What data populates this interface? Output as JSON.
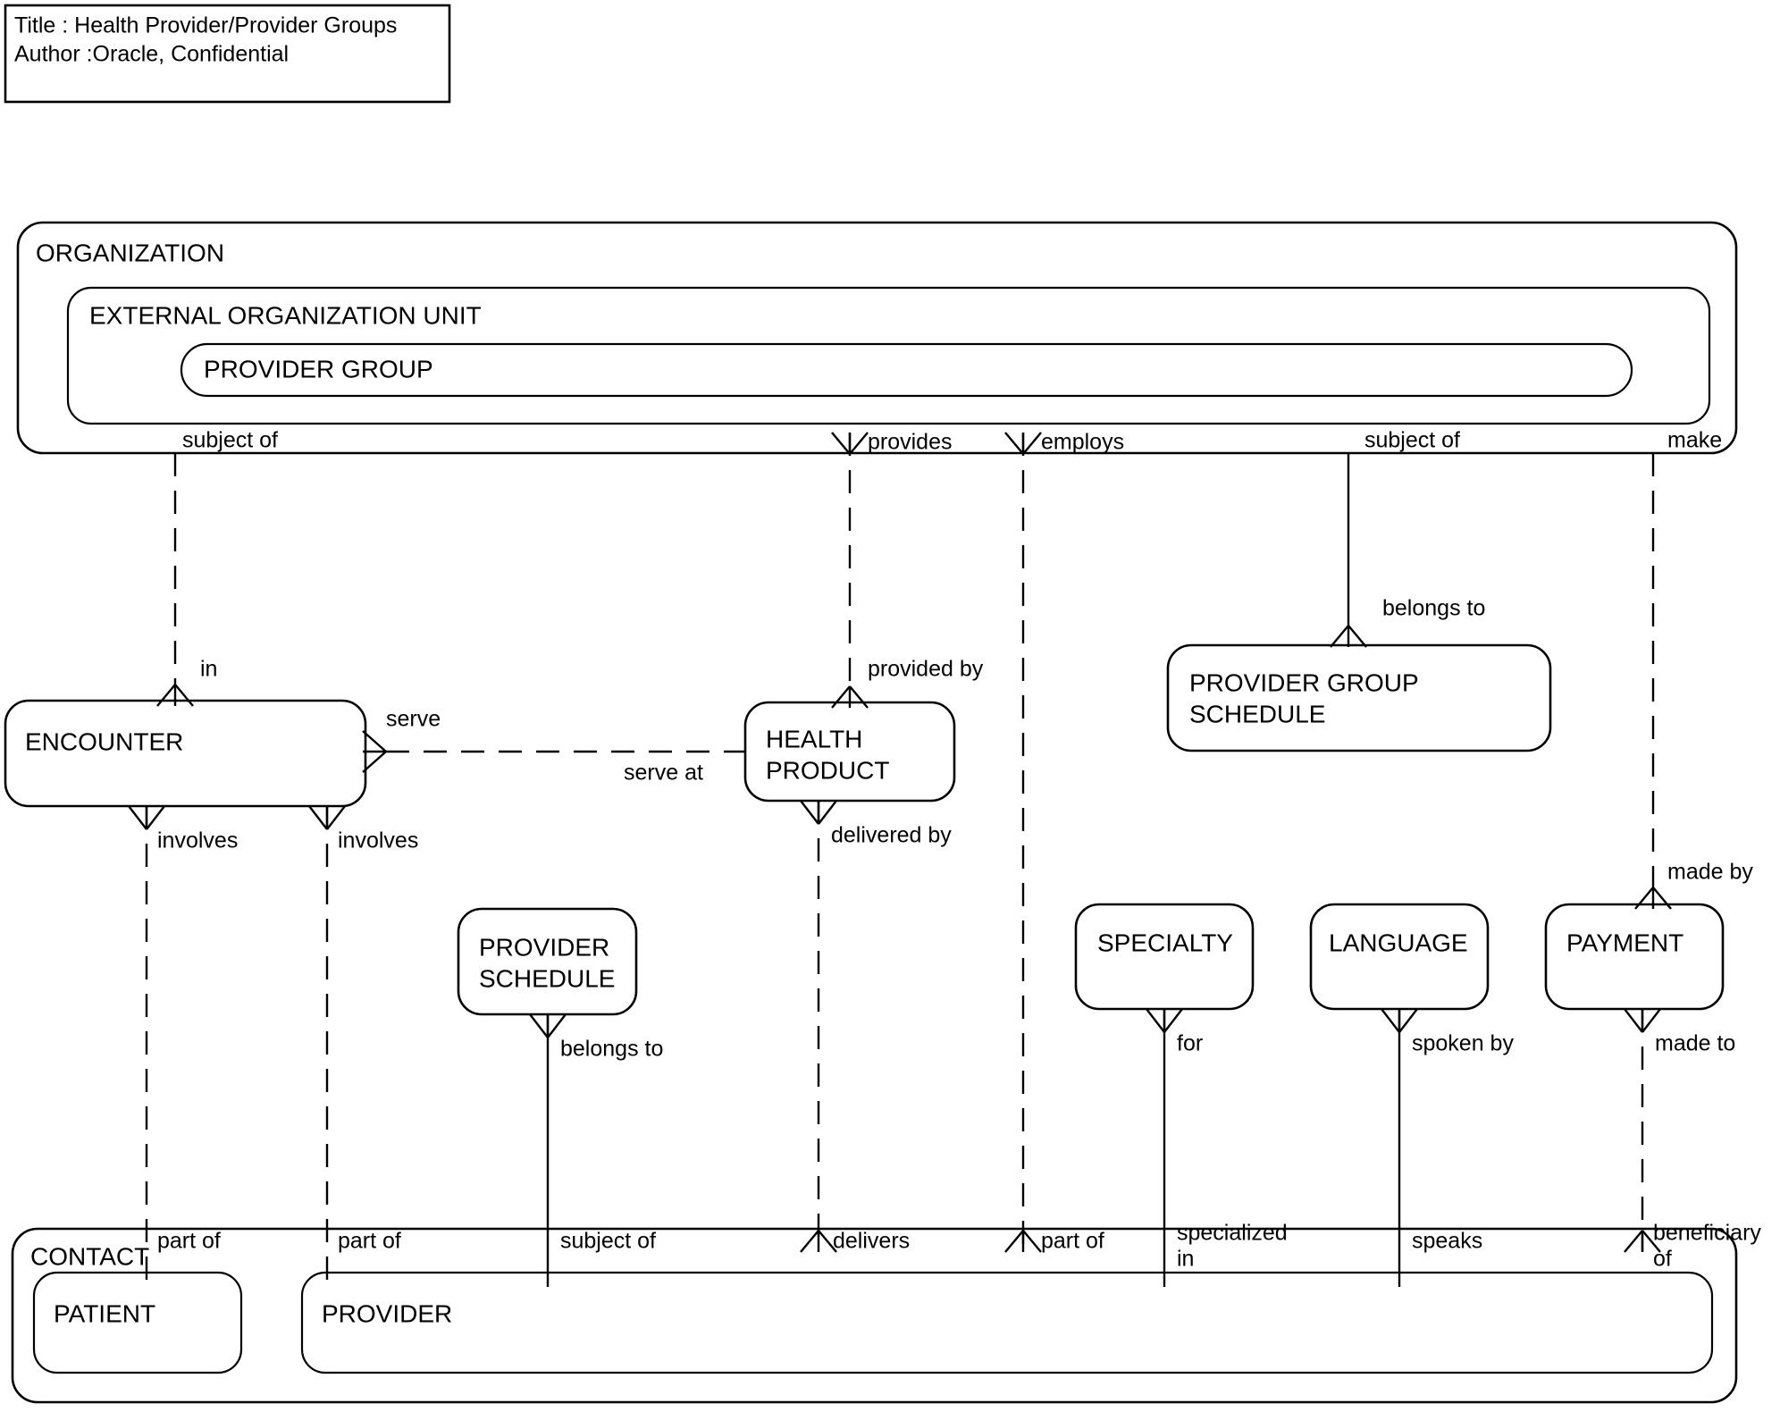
{
  "meta": {
    "title_line": "Title : Health Provider/Provider Groups",
    "author_line": "Author :Oracle, Confidential"
  },
  "entities": {
    "organization": "ORGANIZATION",
    "external_organization_unit": "EXTERNAL ORGANIZATION UNIT",
    "provider_group": "PROVIDER GROUP",
    "encounter": "ENCOUNTER",
    "health_product_line1": "HEALTH",
    "health_product_line2": "PRODUCT",
    "provider_group_schedule_line1": "PROVIDER GROUP",
    "provider_group_schedule_line2": "SCHEDULE",
    "provider_schedule_line1": "PROVIDER",
    "provider_schedule_line2": "SCHEDULE",
    "specialty": "SPECIALTY",
    "language": "LANGUAGE",
    "payment": "PAYMENT",
    "contact": "CONTACT",
    "patient": "PATIENT",
    "provider": "PROVIDER"
  },
  "relationship_labels": {
    "org_subject_of_1": "subject of",
    "org_provides": "provides",
    "org_employs": "employs",
    "org_subject_of_2": "subject of",
    "org_make": "make",
    "encounter_in": "in",
    "encounter_serve": "serve",
    "encounter_involves_1": "involves",
    "encounter_involves_2": "involves",
    "health_product_provided_by": "provided by",
    "health_product_serve_at": "serve at",
    "health_product_delivered_by": "delivered by",
    "pgs_belongs_to": "belongs to",
    "ps_belongs_to": "belongs to",
    "specialty_for": "for",
    "language_spoken_by": "spoken by",
    "payment_made_by": "made by",
    "payment_made_to": "made to",
    "contact_part_of_1": "part of",
    "contact_part_of_2": "part of",
    "contact_subject_of": "subject of",
    "contact_delivers": "delivers",
    "contact_part_of_3": "part of",
    "contact_specialized_in_line1": "specialized",
    "contact_specialized_in_line2": "in",
    "contact_speaks": "speaks",
    "contact_beneficiary_line1": "beneficiary",
    "contact_beneficiary_line2": "of"
  },
  "colors": {
    "stroke": "#000000",
    "background": "#ffffff"
  }
}
